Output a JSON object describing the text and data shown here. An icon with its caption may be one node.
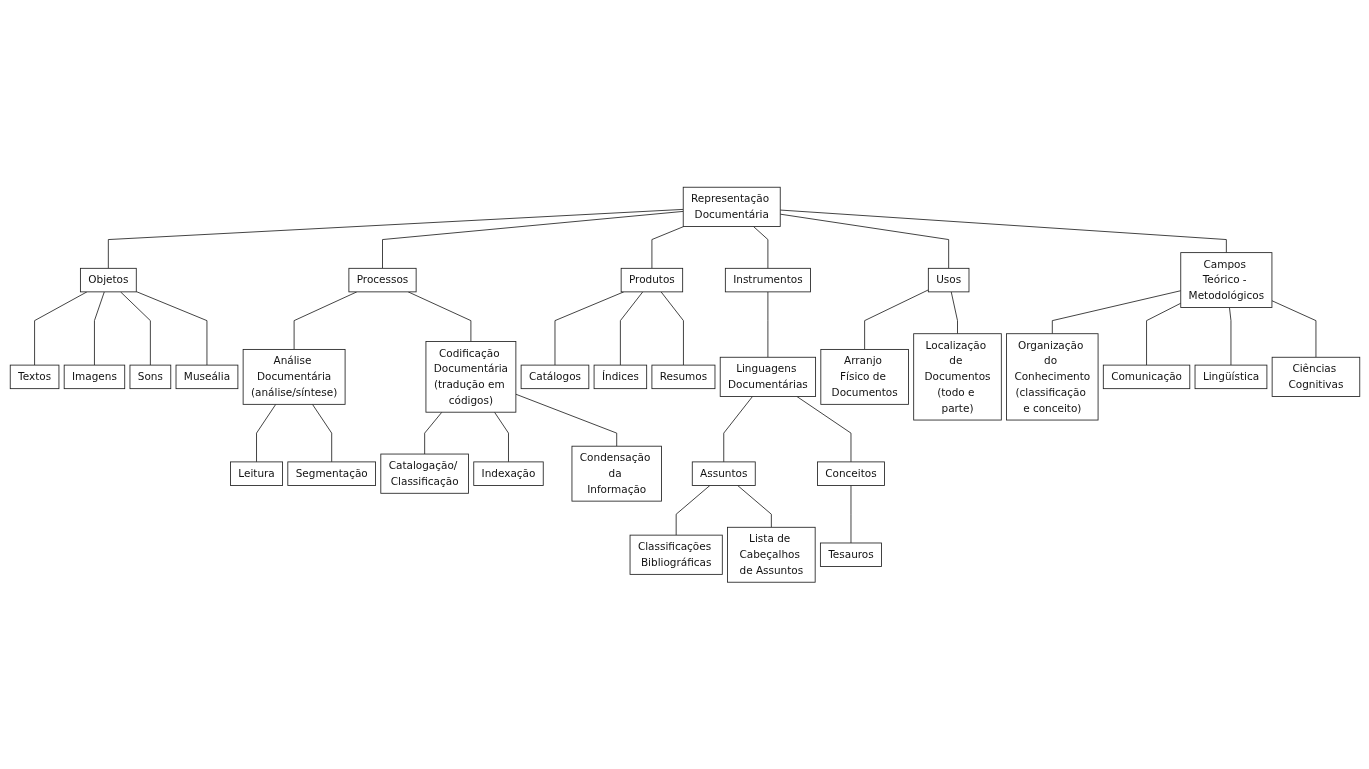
{
  "diagram": {
    "nodes": [
      {
        "text": [
          "Representação Documentária"
        ]
      },
      {
        "text": [
          "Objetos"
        ]
      },
      {
        "text": [
          "Processos"
        ]
      },
      {
        "text": [
          "Produtos"
        ]
      },
      {
        "text": [
          "Instrumentos"
        ]
      },
      {
        "text": [
          "Usos"
        ]
      },
      {
        "text": [
          "Campos Teórico - Metodológicos"
        ]
      },
      {
        "text": [
          "Textos"
        ]
      },
      {
        "text": [
          "Imagens"
        ]
      },
      {
        "text": [
          "Sons"
        ]
      },
      {
        "text": [
          "Museália"
        ]
      },
      {
        "text": [
          "Análise Documentária",
          "(análise/síntese)"
        ]
      },
      {
        "text": [
          "Leitura"
        ]
      },
      {
        "text": [
          "Segmentação"
        ]
      },
      {
        "text": [
          "Codificação Documentária",
          "(tradução em códigos)"
        ]
      },
      {
        "text": [
          "Catalogação/ Classificação"
        ]
      },
      {
        "text": [
          "Indexação"
        ]
      },
      {
        "text": [
          "Condensação da Informação"
        ]
      },
      {
        "text": [
          "Catálogos"
        ]
      },
      {
        "text": [
          "Índices"
        ]
      },
      {
        "text": [
          "Resumos"
        ]
      },
      {
        "text": [
          "Linguagens Documentárias"
        ]
      },
      {
        "text": [
          "Assuntos"
        ]
      },
      {
        "text": [
          "Classificações Bibliográficas"
        ]
      },
      {
        "text": [
          "Lista de Cabeçalhos de Assuntos"
        ]
      },
      {
        "text": [
          "Conceitos"
        ]
      },
      {
        "text": [
          "Tesauros"
        ]
      },
      {
        "text": [
          "Arranjo Físico de Documentos"
        ]
      },
      {
        "text": [
          "Localização de Documentos",
          "(todo e parte)"
        ]
      },
      {
        "text": [
          "Organização do Conhecimento",
          "(classificação e conceito)"
        ]
      },
      {
        "text": [
          "Comunicação"
        ]
      },
      {
        "text": [
          "Lingüística"
        ]
      },
      {
        "text": [
          "Ciências Cognitivas"
        ]
      }
    ],
    "edges": [
      {
        "from": 0,
        "to": 1,
        "arrow": "none"
      },
      {
        "from": 0,
        "to": 2,
        "arrow": "none"
      },
      {
        "from": 0,
        "to": 3,
        "arrow": "none"
      },
      {
        "from": 0,
        "to": 4,
        "arrow": "none"
      },
      {
        "from": 0,
        "to": 5,
        "arrow": "none"
      },
      {
        "from": 0,
        "to": 6,
        "arrow": "none"
      },
      {
        "from": 1,
        "to": 7,
        "arrow": "none"
      },
      {
        "from": 1,
        "to": 8,
        "arrow": "none"
      },
      {
        "from": 1,
        "to": 9,
        "arrow": "none"
      },
      {
        "from": 1,
        "to": 10,
        "arrow": "none"
      },
      {
        "from": 2,
        "to": 11,
        "arrow": "none"
      },
      {
        "from": 11,
        "to": 12,
        "arrow": "none"
      },
      {
        "from": 11,
        "to": 13,
        "arrow": "none"
      },
      {
        "from": 2,
        "to": 14,
        "arrow": "none"
      },
      {
        "from": 14,
        "to": 15,
        "arrow": "none"
      },
      {
        "from": 14,
        "to": 16,
        "arrow": "none"
      },
      {
        "from": 14,
        "to": 17,
        "arrow": "none"
      },
      {
        "from": 3,
        "to": 18,
        "arrow": "none"
      },
      {
        "from": 3,
        "to": 19,
        "arrow": "none"
      },
      {
        "from": 3,
        "to": 20,
        "arrow": "none"
      },
      {
        "from": 4,
        "to": 21,
        "arrow": "none"
      },
      {
        "from": 21,
        "to": 22,
        "arrow": "none"
      },
      {
        "from": 22,
        "to": 23,
        "arrow": "none"
      },
      {
        "from": 22,
        "to": 24,
        "arrow": "none"
      },
      {
        "from": 21,
        "to": 25,
        "arrow": "none"
      },
      {
        "from": 25,
        "to": 26,
        "arrow": "none"
      },
      {
        "from": 5,
        "to": 27,
        "arrow": "none"
      },
      {
        "from": 5,
        "to": 28,
        "arrow": "none"
      },
      {
        "from": 6,
        "to": 29,
        "arrow": "none"
      },
      {
        "from": 6,
        "to": 30,
        "arrow": "none"
      },
      {
        "from": 6,
        "to": 31,
        "arrow": "none"
      },
      {
        "from": 6,
        "to": 32,
        "arrow": "none"
      }
    ]
  }
}
